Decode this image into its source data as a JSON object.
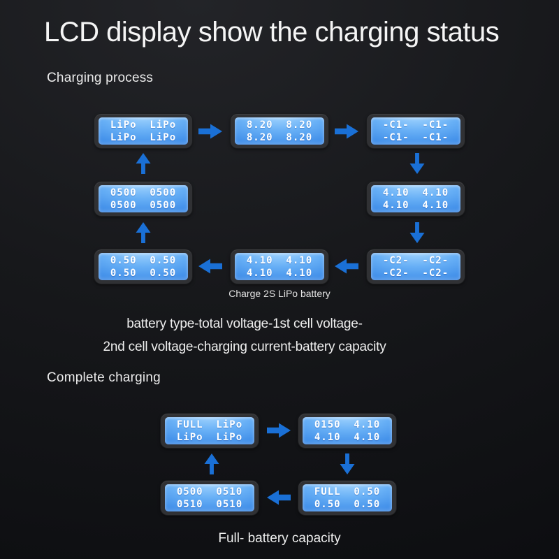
{
  "title": "LCD display show the charging status",
  "sections": {
    "charging": {
      "label": "Charging process",
      "caption": "Charge 2S LiPo battery",
      "description_line1": "battery type-total voltage-1st cell voltage-",
      "description_line2": "2nd cell voltage-charging current-battery capacity",
      "screens": [
        {
          "line1": "LiPo  LiPo",
          "line2": "LiPo  LiPo"
        },
        {
          "line1": "8.20  8.20",
          "line2": "8.20  8.20"
        },
        {
          "line1": "-C1-  -C1-",
          "line2": "-C1-  -C1-"
        },
        {
          "line1": "0500  0500",
          "line2": "0500  0500"
        },
        {
          "line1": "4.10  4.10",
          "line2": "4.10  4.10"
        },
        {
          "line1": "0.50  0.50",
          "line2": "0.50  0.50"
        },
        {
          "line1": "4.10  4.10",
          "line2": "4.10  4.10"
        },
        {
          "line1": "-C2-  -C2-",
          "line2": "-C2-  -C2-"
        }
      ]
    },
    "complete": {
      "label": "Complete charging",
      "caption": "Full- battery capacity",
      "screens": [
        {
          "line1": "FULL  LiPo",
          "line2": "LiPo  LiPo"
        },
        {
          "line1": "0150  4.10",
          "line2": "4.10  4.10"
        },
        {
          "line1": "0500  0510",
          "line2": "0510  0510"
        },
        {
          "line1": "FULL  0.50",
          "line2": "0.50  0.50"
        }
      ]
    }
  },
  "colors": {
    "arrow_blue": "#1a70d6",
    "lcd_screen_blue": "#3c8deb",
    "lcd_screen_highlight": "#a9d9ff",
    "lcd_frame_gray": "#303134",
    "background_dark": "#141518",
    "text_white": "#f2f2f2"
  }
}
